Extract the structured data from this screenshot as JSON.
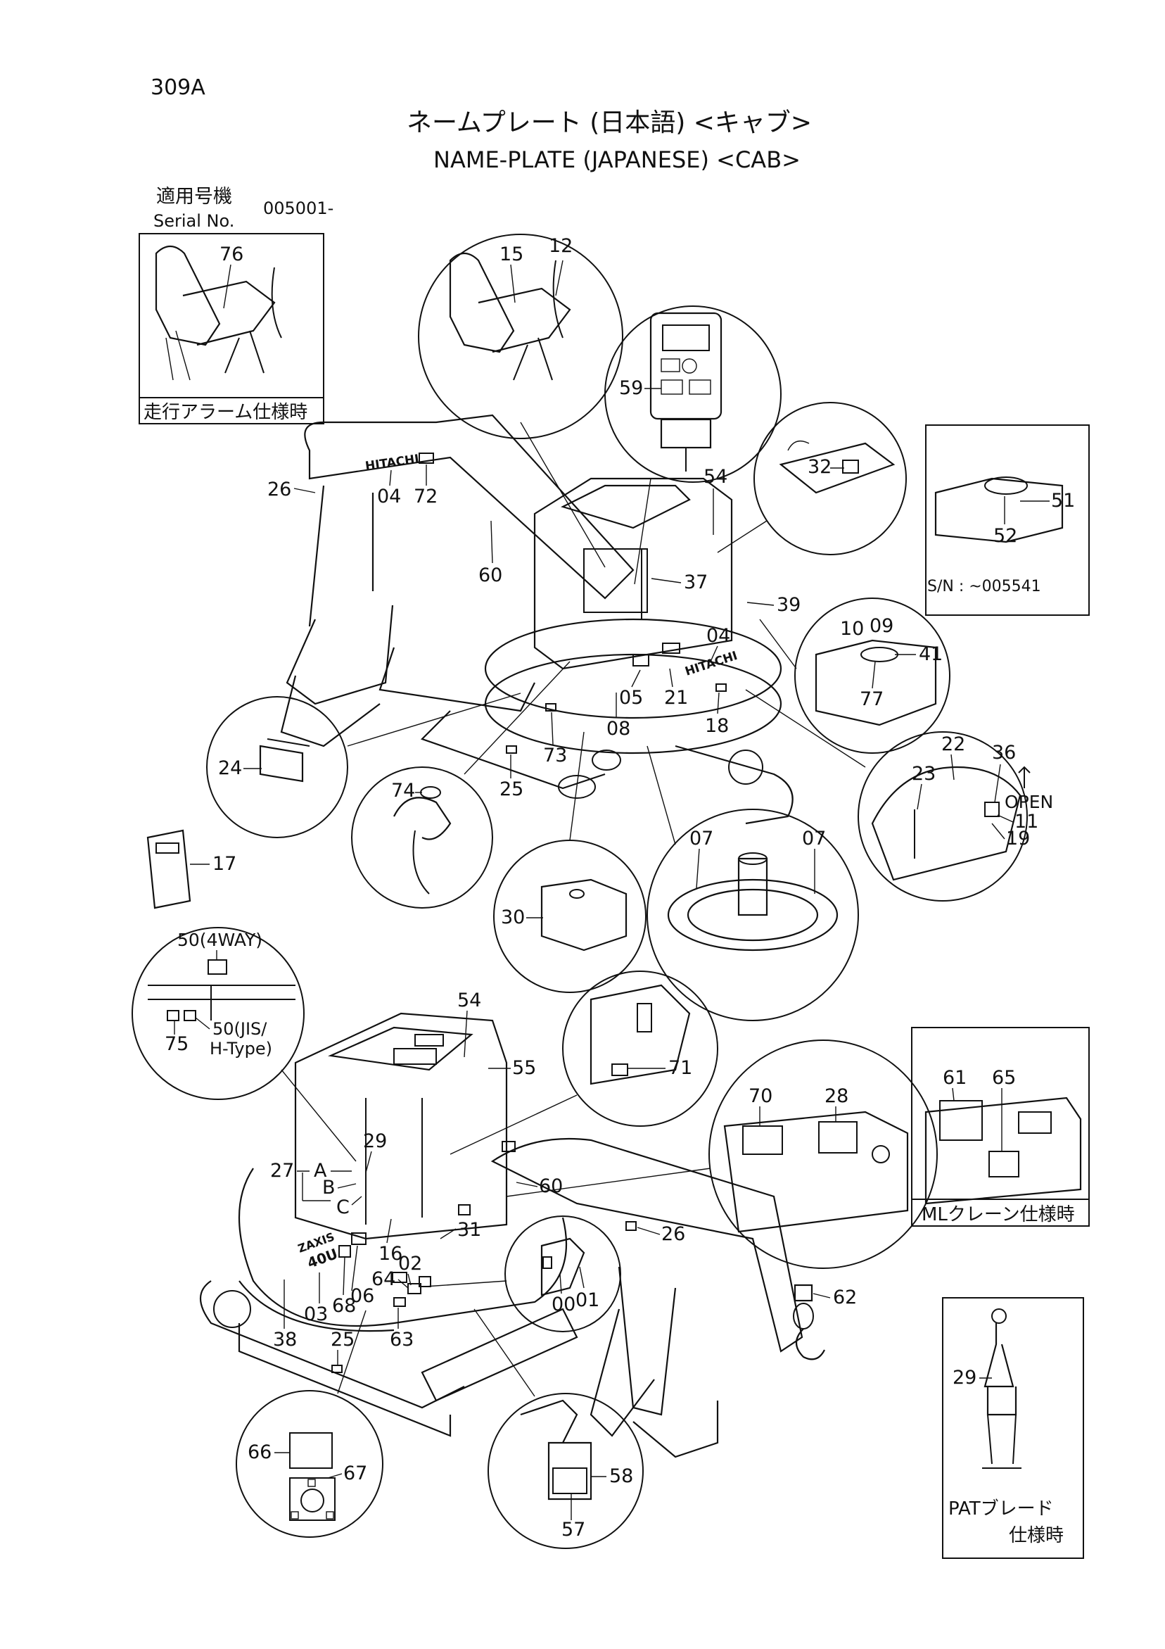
{
  "page": {
    "page_number": "309A",
    "title_jp": "ネームプレート (日本語) <キャブ>",
    "title_en": "NAME-PLATE (JAPANESE) <CAB>",
    "serial_label_jp": "適用号機",
    "serial_label_en": "Serial No.",
    "serial_value": "005001-"
  },
  "notes": {
    "travel_alarm": "走行アラーム仕様時",
    "serial_limit": "S/N : ~005541",
    "open": "OPEN",
    "ml_crane": "MLクレーン仕様時",
    "pat_blade_line1": "PATブレード",
    "pat_blade_line2": "仕様時",
    "four_way": "50(4WAY)",
    "jis_line1": "50(JIS/",
    "jis_line2": "H-Type)",
    "brand_hitachi": "HITACHI",
    "model_badge_1": "ZAXIS",
    "model_badge_2": "40U"
  },
  "callouts": {
    "c76": "76",
    "c15": "15",
    "c12": "12",
    "c59": "59",
    "c32": "32",
    "c26a": "26",
    "c04a": "04",
    "c72": "72",
    "c54a": "54",
    "c51": "51",
    "c52": "52",
    "c60a": "60",
    "c37": "37",
    "c39": "39",
    "c10": "10",
    "c09": "09",
    "c41": "41",
    "c04b": "04",
    "c77": "77",
    "c05": "05",
    "c21": "21",
    "c08": "08",
    "c18": "18",
    "c73": "73",
    "c24": "24",
    "c74": "74",
    "c25a": "25",
    "c22": "22",
    "c36": "36",
    "c23": "23",
    "c11": "11",
    "c19": "19",
    "c17": "17",
    "c07a": "07",
    "c07b": "07",
    "c30": "30",
    "c75": "75",
    "c54b": "54",
    "c55": "55",
    "c71": "71",
    "c70": "70",
    "c28": "28",
    "c61": "61",
    "c65": "65",
    "c29a": "29",
    "c27": "27",
    "cA": "A",
    "cB": "B",
    "cC": "C",
    "c60b": "60",
    "c31": "31",
    "c16": "16",
    "c02": "02",
    "c26b": "26",
    "c64": "64",
    "c06": "06",
    "c03": "03",
    "c68": "68",
    "c00": "00",
    "c01": "01",
    "c62": "62",
    "c38": "38",
    "c25b": "25",
    "c63": "63",
    "c29b": "29",
    "c66": "66",
    "c67": "67",
    "c58": "58",
    "c57": "57"
  }
}
